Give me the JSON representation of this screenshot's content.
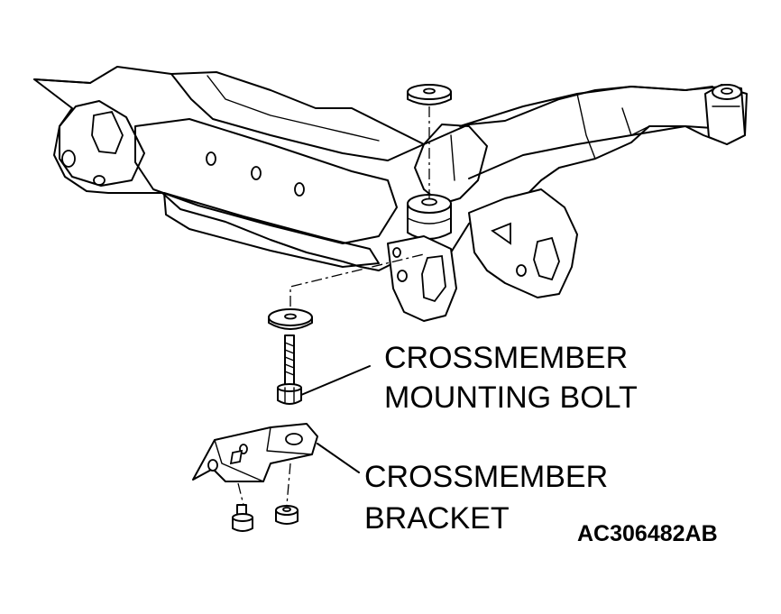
{
  "callouts": {
    "mounting_bolt": [
      "CROSSMEMBER",
      "MOUNTING BOLT"
    ],
    "bracket": [
      "CROSSMEMBER",
      "BRACKET"
    ]
  },
  "figure_code": "AC306482AB"
}
